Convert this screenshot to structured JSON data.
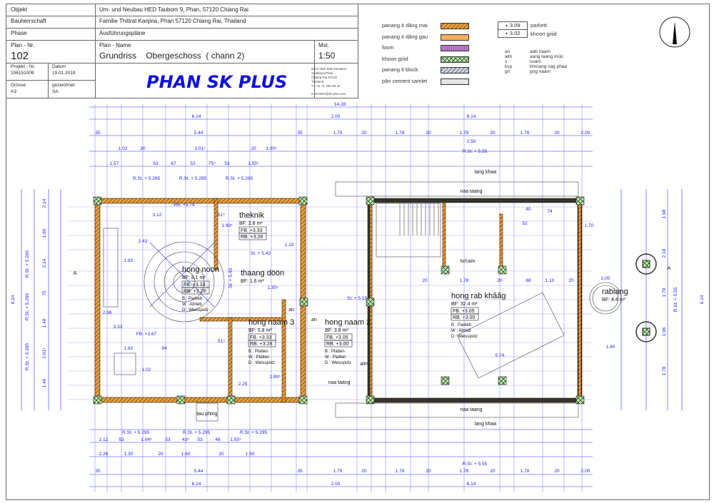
{
  "title_block": {
    "objekt_label": "Objekt",
    "objekt_value": "Um- und Neubau HED Taubom 9, Phan, 57120 Chiang Rai",
    "bauherrschaft_label": "Bauherrschaft",
    "bauherrschaft_value": "Familie Thitirat Kanjina, Phan 57120 Chiang Rai, Thailand",
    "phase_label": "Phase",
    "phase_value": "Ausführungspläne",
    "plan_nr_label": "Plan - Nr.",
    "plan_nr_value": "102",
    "plan_name_label": "Plan - Name",
    "plan_name_value": "Grundriss    Obergeschoss  ( chann 2)",
    "scale_label": "Mst.",
    "scale_value": "1:50",
    "projekt_nr_label": "Projekt - Nr.",
    "projekt_nr_value": "106151009",
    "datum_label": "Datum",
    "datum_value": "19.01.2019",
    "groesse_label": "Grösse",
    "groesse_value": "A3",
    "gezeichnet_label": "gezeichnet",
    "gezeichnet_value": "SA",
    "logo_text": "PHAN SK PLUS",
    "address_lines": [
      "58/17 Ban Mae Khowton",
      "Sanklang Phan",
      "Chiang Rai 57120",
      "Thailand",
      "T + 41 71 460 06 40"
    ],
    "email": "a.schiefer@sk-plus.com"
  },
  "legend": {
    "materials": [
      {
        "label": "panang it dăng mai",
        "color": "#e8a040",
        "pattern": "hatch"
      },
      {
        "label": "panang it dăng gau",
        "color": "#f7b060",
        "pattern": "solid"
      },
      {
        "label": "foom",
        "color": "#c080c8",
        "pattern": "vlines"
      },
      {
        "label": "khoon griid",
        "color": "#c8f0a0",
        "pattern": "cross"
      },
      {
        "label": "panang it block",
        "color": "#d0d8e8",
        "pattern": "hatch"
      },
      {
        "label": "pān cement samlet",
        "color": "#e4e4e4",
        "pattern": "solid"
      }
    ],
    "levels": [
      {
        "value": "+ 3.09",
        "label": "parkett"
      },
      {
        "value": "+ 3.02",
        "label": "khoon griid"
      }
    ],
    "abbreviations": [
      {
        "abbr": "an",
        "meaning": "aab naam"
      },
      {
        "abbr": "alm",
        "meaning": "aang laang müü"
      },
      {
        "abbr": "s",
        "meaning": "suam"
      },
      {
        "abbr": "ksp",
        "meaning": "khrüang sag phaa"
      },
      {
        "abbr": "gn",
        "meaning": "gog naam"
      }
    ]
  },
  "plan": {
    "rooms": [
      {
        "name": "hong noon",
        "area": "BF: 8.1 m²",
        "fb": "FB.  +3.33",
        "rb": "RB.  +3.28",
        "finishes": [
          "B : Parkett",
          "W : Abrieb",
          "D : Weissputz"
        ]
      },
      {
        "name": "theknik",
        "area": "BF: 2.8 m²",
        "fb": "FB.  +3.33",
        "rb": "RB.  +3.28",
        "finishes": []
      },
      {
        "name": "thaang döön",
        "area": "BF: 1.6 m²",
        "fb": "",
        "rb": "",
        "finishes": []
      },
      {
        "name": "hong naam 3",
        "area": "BF: 5.8 m²",
        "fb": "FB.  +3.33",
        "rb": "RB.  +3.28",
        "finishes": [
          "B : Platten",
          "W : Platten",
          "D : Weissputz"
        ]
      },
      {
        "name": "hong naam 2",
        "area": "BF: 3.8 m²",
        "fb": "FB.  +3.05",
        "rb": "RB.  +3.00",
        "finishes": [
          "B : Platten",
          "W : Platten",
          "D : Weissputz"
        ]
      },
      {
        "name": "hong rab khăăg",
        "area": "BF: 32.4 m²",
        "fb": "FB.  +3.05",
        "rb": "RB.  +3.00",
        "finishes": [
          "B : Parkett",
          "W : Abrieb",
          "D : Weissputz"
        ]
      },
      {
        "name": "rabiang",
        "area": "BF: 4.4 m²",
        "fb": "",
        "rb": "",
        "finishes": []
      }
    ],
    "labels": [
      "naa taang",
      "naa taang",
      "naa taang",
      "lang khaa",
      "lang khaa",
      "tau phing",
      "tv/cam",
      "alm",
      "an",
      "an",
      "R.St. + 5.55",
      "R.St. + 5.55",
      "R.St. + 5.295",
      "R.St. + 5.295",
      "R.St. + 5.295",
      "R.St. + 5.295",
      "R.St. + 5.295",
      "R.St. + 5.295",
      "St. + 5.43",
      "St. + 5.15",
      "FB. +3.67",
      "RB. +3.74",
      "A",
      "A"
    ],
    "vertical_labels": [
      "R.St. + 5.295",
      "R.St. + 5.295",
      "R.St. + 5.295",
      "R.St. + 5.55",
      "6.14",
      "6.14",
      "St. + 5.43"
    ],
    "dims_overall": [
      "14.28"
    ],
    "dims_top_main": [
      "6.14",
      "2.00",
      "6.14"
    ],
    "dims_top_sub": [
      "35",
      "5.44",
      "35",
      "1.79",
      "20",
      "1.78",
      "20",
      "1.78",
      "20",
      "1.78",
      "20",
      "2.00"
    ],
    "dims_top_detail": [
      "1.02",
      "20",
      "3.01⁵",
      "20",
      "1.00⁵",
      "1.57",
      "53",
      "67",
      "53",
      "75⁵",
      "53",
      "1.55⁵"
    ],
    "dims_bottom_main": [
      "6.14",
      "2.00",
      "6.14"
    ],
    "dims_bottom_sub": [
      "35",
      "5.44",
      "35",
      "1.79",
      "20",
      "1.78",
      "20",
      "1.78",
      "20",
      "1.78",
      "20",
      "2.00"
    ],
    "dims_bottom_detail": [
      "1.12",
      "53",
      "1.04⁵",
      "53",
      "43⁵",
      "53",
      "46",
      "1.55⁵",
      "2.26",
      "1.30",
      "20",
      "1.60",
      "20",
      "1.60"
    ],
    "dims_left": [
      "2.14",
      "1.60",
      "2.14",
      "75",
      "1.48",
      "2.01⁵",
      "1.46"
    ],
    "dims_right": [
      "1.98",
      "2.18",
      "1.78",
      "1.96",
      "1.78"
    ],
    "dims_interior": [
      "3.12",
      "51⁵",
      "1.99⁵",
      "2.43",
      "1.82",
      "2.98",
      "3.33",
      "1.82",
      "1.02",
      "94",
      "51⁵",
      "1.99⁵",
      "2.25",
      "1.35⁵",
      "1.10",
      "20",
      "1.78",
      "20",
      "68",
      "1.10",
      "20",
      "2.00",
      "5.74",
      "1.80",
      "1.70",
      "2.50",
      "40",
      "52",
      "74"
    ]
  }
}
